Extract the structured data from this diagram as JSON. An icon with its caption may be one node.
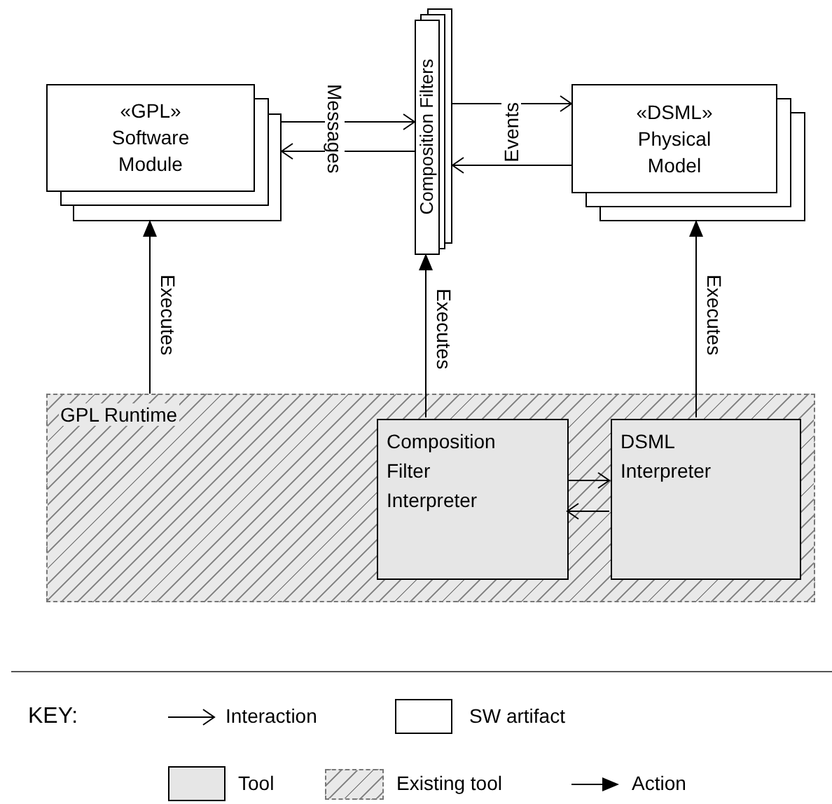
{
  "diagram": {
    "nodes": [
      {
        "text": [
          "«GPL» Software Module"
        ]
      },
      {
        "text": [
          "Composition Filters"
        ]
      },
      {
        "text": [
          "«DSML» Physical Model"
        ]
      },
      {
        "text": [
          "GPL Runtime"
        ]
      },
      {
        "text": [
          "Composition Filter Interpreter"
        ],
        "in": 3
      },
      {
        "text": [
          "DSML Interpreter"
        ],
        "in": 3
      }
    ],
    "edges": [
      {
        "from": 0,
        "to": 1,
        "arrow": "to",
        "label": "Messages"
      },
      {
        "from": 1,
        "to": 0,
        "arrow": "to"
      },
      {
        "from": 1,
        "to": 2,
        "arrow": "to"
      },
      {
        "from": 2,
        "to": 1,
        "arrow": "to",
        "label": "Events"
      },
      {
        "from": 3,
        "to": 0,
        "arrow": "to",
        "label": "Executes"
      },
      {
        "from": 4,
        "to": 1,
        "arrow": "to",
        "label": "Executes"
      },
      {
        "from": 5,
        "to": 2,
        "arrow": "to",
        "label": "Executes"
      },
      {
        "from": 4,
        "to": 5,
        "arrow": "to"
      },
      {
        "from": 5,
        "to": 4,
        "arrow": "to"
      }
    ],
    "labels": [
      "KEY:"
    ],
    "legend": [
      {
        "text": "Interaction"
      },
      {
        "text": "SW artifact",
        "color": "#ffffff"
      },
      {
        "text": "Tool",
        "color": "#e6e6e6"
      },
      {
        "text": "Existing tool"
      },
      {
        "text": "Action"
      }
    ]
  }
}
